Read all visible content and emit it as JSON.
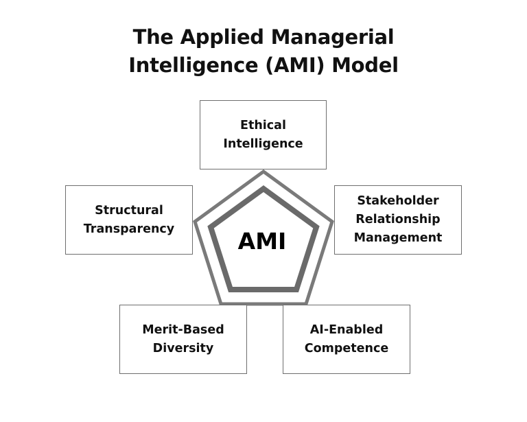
{
  "title": {
    "line1": "The Applied Managerial",
    "line2": "Intelligence (AMI) Model"
  },
  "center": {
    "label": "AMI",
    "colors": {
      "outer_stroke": "#7a7a7a",
      "inner_stroke": "#6a6a6a",
      "fill": "#ffffff"
    }
  },
  "nodes": {
    "ethical": {
      "line1": "Ethical",
      "line2": "Intelligence"
    },
    "structural": {
      "line1": "Structural",
      "line2": "Transparency"
    },
    "stakeholder": {
      "line1": "Stakeholder",
      "line2": "Relationship",
      "line3": "Management"
    },
    "merit": {
      "line1": "Merit-Based",
      "line2": "Diversity"
    },
    "ai": {
      "line1": "AI-Enabled",
      "line2": "Competence"
    }
  }
}
